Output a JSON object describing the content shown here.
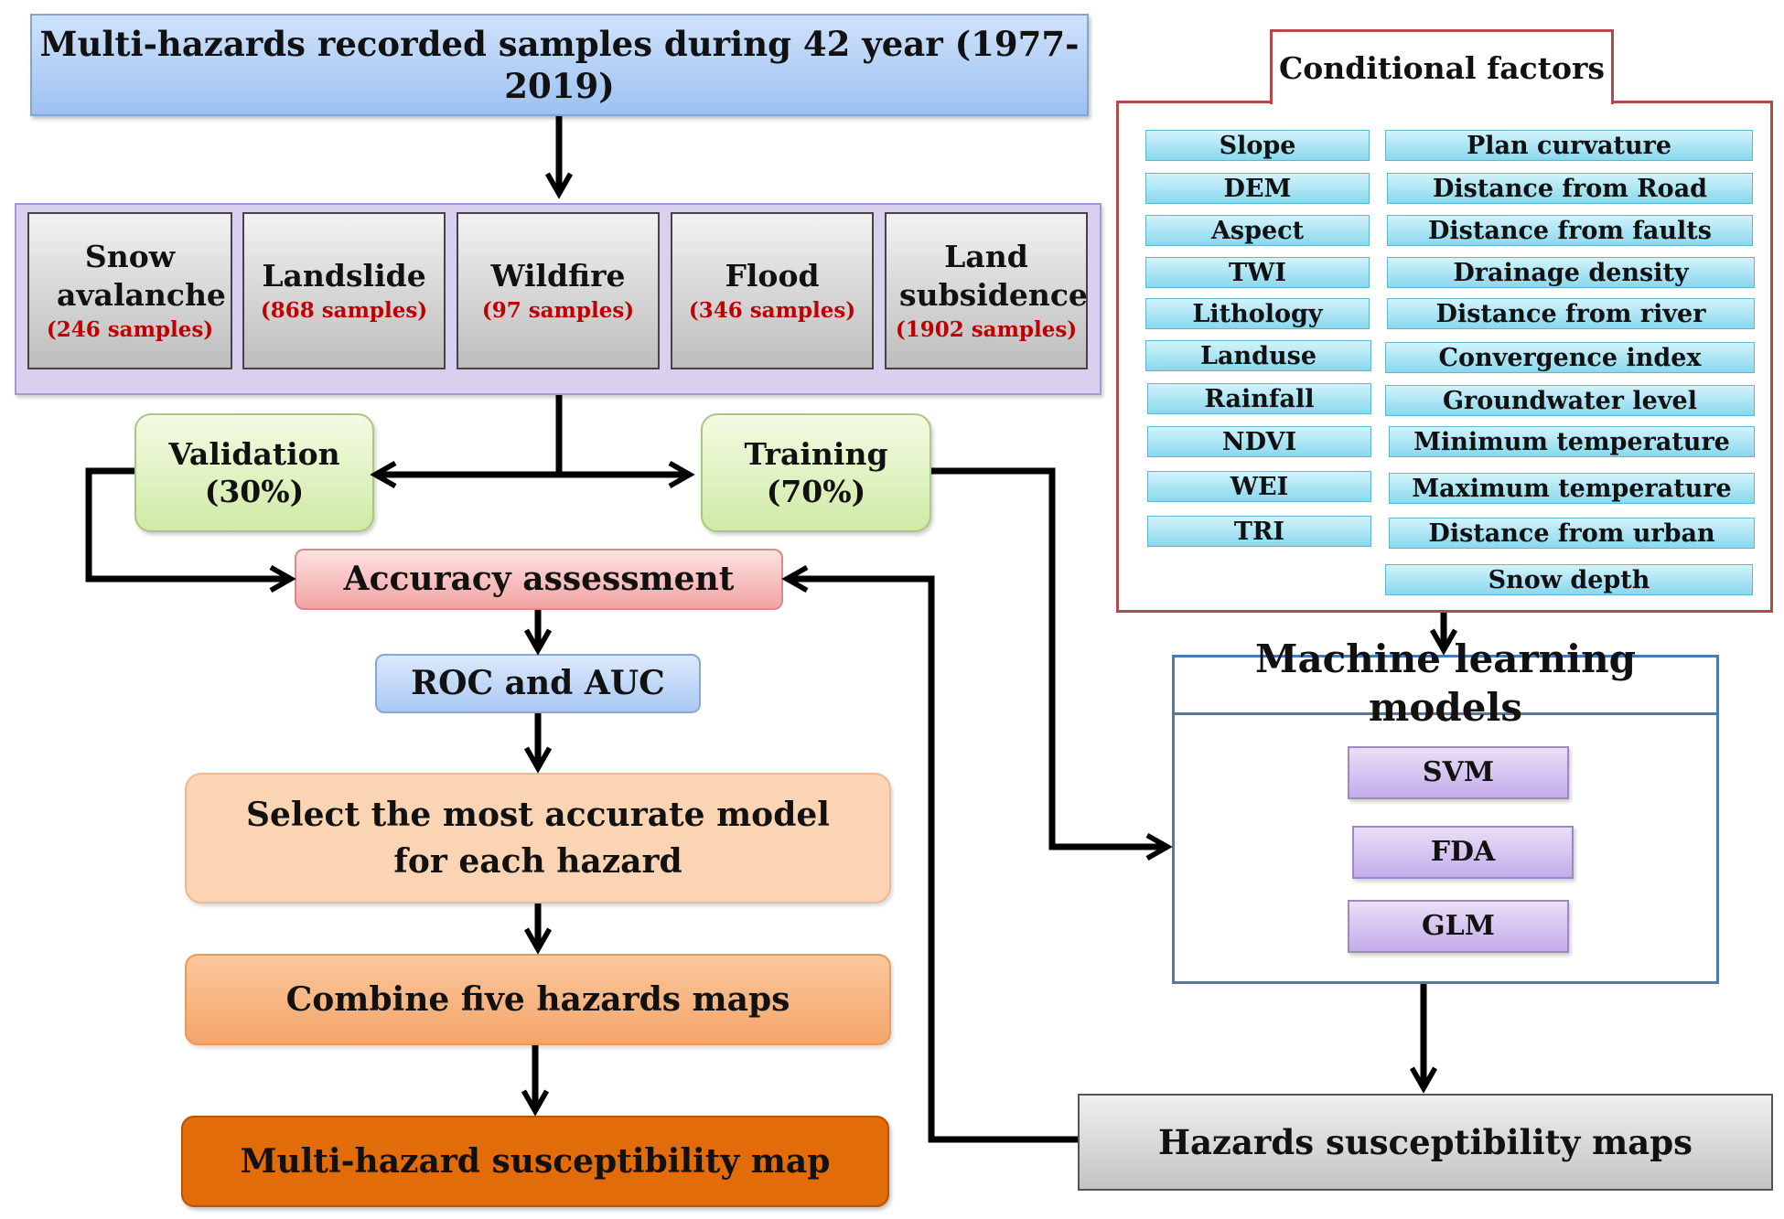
{
  "header": {
    "title": "Multi-hazards recorded samples during 42 year (1977-2019)"
  },
  "hazards": [
    {
      "name": "Snow avalanche",
      "samples": "(246 samples)"
    },
    {
      "name": "Landslide",
      "samples": "(868 samples)"
    },
    {
      "name": "Wildfire",
      "samples": "(97 samples)"
    },
    {
      "name": "Flood",
      "samples": "(346 samples)"
    },
    {
      "name": "Land subsidence",
      "samples": "(1902 samples)"
    }
  ],
  "split": {
    "validation": {
      "label": "Validation",
      "percent": "(30%)"
    },
    "training": {
      "label": "Training",
      "percent": "(70%)"
    }
  },
  "flow": {
    "accuracy": "Accuracy assessment",
    "roc": "ROC and AUC",
    "select": "Select the most accurate model for each hazard",
    "combine": "Combine five hazards maps",
    "final": "Multi-hazard susceptibility map"
  },
  "conditional_factors": {
    "title": "Conditional factors",
    "left": [
      "Slope",
      "DEM",
      "Aspect",
      "TWI",
      "Lithology",
      "Landuse",
      "Rainfall",
      "NDVI",
      "WEI",
      "TRI"
    ],
    "right": [
      "Plan curvature",
      "Distance from Road",
      "Distance from faults",
      "Drainage density",
      "Distance from river",
      "Convergence index",
      "Groundwater level",
      "Minimum temperature",
      "Maximum temperature",
      "Distance from urban",
      "Snow depth"
    ]
  },
  "ml_models": {
    "title": "Machine learning models",
    "models": [
      "SVM",
      "FDA",
      "GLM"
    ]
  },
  "susceptibility": {
    "label": "Hazards susceptibility maps"
  }
}
